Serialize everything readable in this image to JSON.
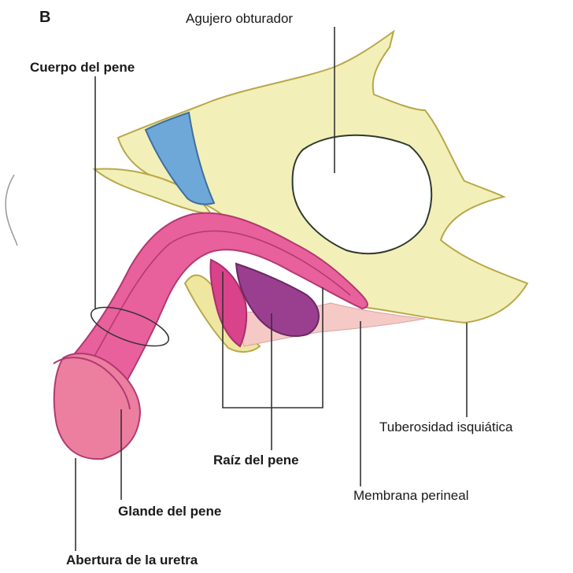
{
  "panel_letter": "B",
  "labels": {
    "obturator_foramen": "Agujero obturador",
    "body": "Cuerpo del pene",
    "ischial_tuberosity": "Tuberosidad isquiática",
    "root": "Raíz del pene",
    "perineal_membrane": "Membrana perineal",
    "glans": "Glande del pene",
    "urethral_opening": "Abertura de la uretra"
  },
  "colors": {
    "bone": "#f3efb8",
    "bone_outline": "#b8a84a",
    "pubic_symphysis": "#6ea8d8",
    "penis_body": "#e8609c",
    "glans": "#ec7fa0",
    "bulb": "#9a3f8f",
    "crus": "#d9438a",
    "perineal_membrane": "#f4c9c6",
    "leader_line": "#333333"
  }
}
